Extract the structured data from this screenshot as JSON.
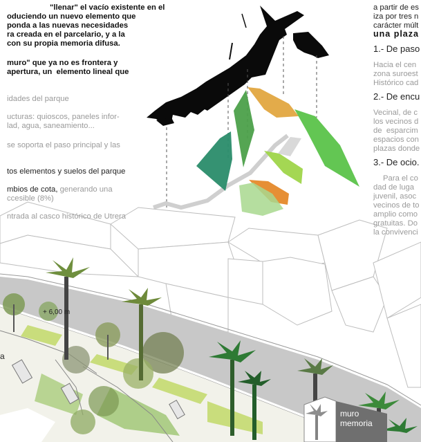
{
  "left_text": {
    "p1": [
      {
        "t": "\"llenar\" el vacío existente en el",
        "x": 72,
        "cls": "bold"
      },
      {
        "t": "oduciendo un nuevo elemento que",
        "x": 0,
        "cls": "bold"
      },
      {
        "t": "ponda a las nuevas necesidades",
        "x": 0,
        "cls": "bold"
      },
      {
        "t": "ra creada en el parcelario, y a la",
        "x": 0,
        "cls": "bold"
      },
      {
        "t": "con su propia memoria difusa.",
        "x": 0,
        "cls": "bold"
      }
    ],
    "p2": [
      {
        "t": "muro\" que ya no es frontera y",
        "x": 0,
        "cls": "bold"
      },
      {
        "t": "apertura, un  elemento lineal que",
        "x": 0,
        "cls": "bold"
      }
    ],
    "p3": "idades del parque",
    "p4": [
      "ucturas: quioscos, paneles infor-",
      "lad, agua, saneamiento..."
    ],
    "p5": "se soporta el paso principal y las",
    "p6": "tos elementos y suelos del parque",
    "p7a": "mbios de cota,",
    "p7b": " generando una",
    "p7c": "ccesible (8%)",
    "p8": "ntrada al casco histórico de Utrera"
  },
  "right_text": {
    "r1": [
      "a partir de es",
      "iza por tres n",
      "carácter múlt"
    ],
    "r1b": "una plaza",
    "h1": "1.- De paso",
    "r2": [
      "Hacia el cen",
      "zona suroest",
      "Histórico cad"
    ],
    "h2": "2.- De encu",
    "r3": [
      "Vecinal, de c",
      "los vecinos d",
      "de  esparcim",
      "espacios con",
      "plazas donde"
    ],
    "h3": "3.- De ocio.",
    "r4": [
      "Para el co",
      "dad de luga",
      "juvenil, asoc",
      "vecinos de to",
      "amplio como",
      "gratuitas. Do",
      "la convivenci"
    ]
  },
  "labels": {
    "elevation": "+ 6,00 m",
    "wall_1": "muro",
    "wall_2": "memoria",
    "side_a": "a"
  },
  "colors": {
    "dark_green": "#2a8c6a",
    "mid_green": "#4ca04a",
    "yellow_orange": "#e0a236",
    "lime": "#9fd54a",
    "bright_green": "#52c040",
    "orange": "#e5892a",
    "pale_green": "#a8d88e",
    "road": "#c8c8c8",
    "grass": "#c9dd7c"
  }
}
